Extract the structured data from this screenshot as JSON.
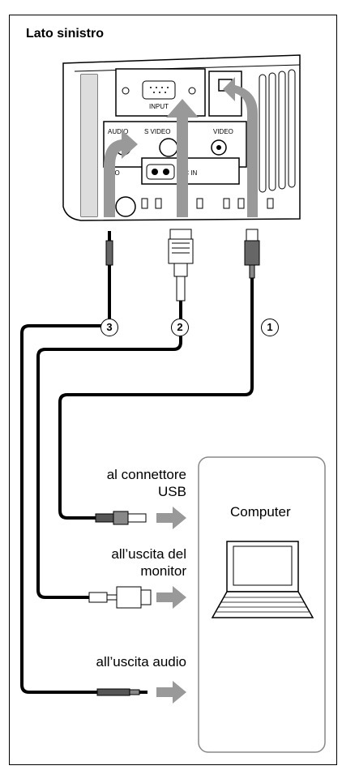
{
  "title": "Lato sinistro",
  "projector_panel_labels": {
    "input": "INPUT",
    "audio": "AUDIO",
    "svideo": "S VIDEO",
    "video": "VIDEO",
    "ac_in": "AC IN",
    "duo": "DUO"
  },
  "cables": [
    {
      "number": "1",
      "target_label": "al connettore\nUSB"
    },
    {
      "number": "2",
      "target_label": "all’uscita del\nmonitor"
    },
    {
      "number": "3",
      "target_label": "all’uscita audio"
    }
  ],
  "computer_label": "Computer"
}
